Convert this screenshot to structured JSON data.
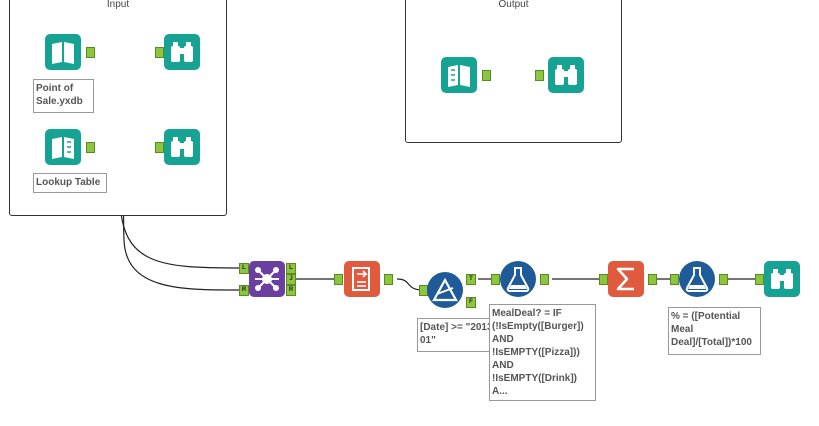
{
  "containers": {
    "input": {
      "title": "Input"
    },
    "output": {
      "title": "Output"
    }
  },
  "annotations": {
    "input1": "Point of Sale.yxdb",
    "input2": "Lookup Table",
    "filter": "[Date] >= \"2013-07-01\"",
    "formula1": "MealDeal? = IF (!IsEmpty([Burger]) AND !IsEMPTY([Pizza])) AND !IsEMPTY([Drink]) A...",
    "formula2": "% = ([Potential Meal Deal]/[Total])*100"
  },
  "anchor_labels": {
    "join_in_left": "L",
    "join_in_right": "R",
    "join_out_left": "L",
    "join_out_join": "J",
    "join_out_right": "R",
    "filter_true": "T",
    "filter_false": "F"
  },
  "colors": {
    "io_tool": "#17a394",
    "join_tool": "#6b3fa0",
    "sort_tool": "#e05a3e",
    "summarize_tool": "#e05a3e",
    "filter_tool": "#1f5b99",
    "formula_tool": "#1f5b99",
    "anchor": "#8cc63f"
  },
  "icons": {
    "input": "book-icon",
    "browse": "binoculars-icon",
    "join": "join-icon",
    "sort": "sort-icon",
    "filter": "filter-icon",
    "formula": "flask-icon",
    "summarize": "sigma-icon"
  }
}
